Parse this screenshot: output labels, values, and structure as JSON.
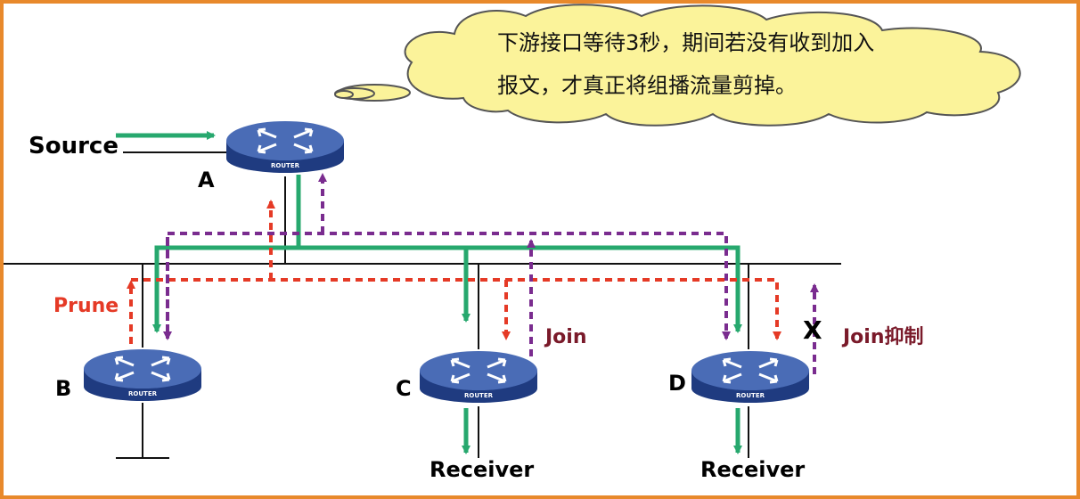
{
  "cloud": {
    "line1": "下游接口等待3秒，期间若没有收到加入",
    "line2": "报文，才真正将组播流量剪掉。"
  },
  "labels": {
    "source": "Source",
    "router_a": "A",
    "router_b": "B",
    "router_c": "C",
    "router_d": "D",
    "prune": "Prune",
    "join": "Join",
    "join_suppress": "Join抑制",
    "x_mark": "X",
    "receiver_c": "Receiver",
    "receiver_d": "Receiver",
    "router_badge": "ROUTER"
  },
  "colors": {
    "green": "#27a86e",
    "red": "#e53a26",
    "purple": "#7a2c8f",
    "cloud_fill": "#fbf39a",
    "router_top": "#3d5faa",
    "router_side": "#1f3b80",
    "border": "#e8892b"
  }
}
